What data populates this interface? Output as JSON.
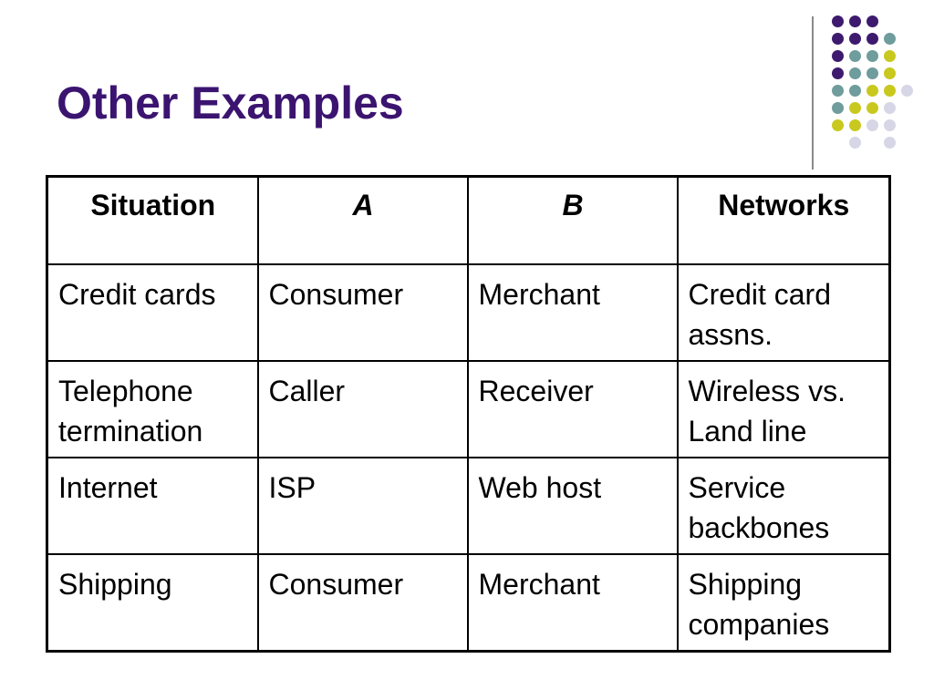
{
  "slide": {
    "title": "Other Examples"
  },
  "table": {
    "headers": [
      "Situation",
      "A",
      "B",
      "Networks"
    ],
    "rows": [
      [
        "Credit cards",
        "Consumer",
        "Merchant",
        "Credit card assns."
      ],
      [
        "Telephone termination",
        "Caller",
        "Receiver",
        "Wireless vs. Land line"
      ],
      [
        "Internet",
        "ISP",
        "Web host",
        "Service backbones"
      ],
      [
        "Shipping",
        "Consumer",
        "Merchant",
        "Shipping companies"
      ]
    ]
  },
  "colors": {
    "title": "#3b1470",
    "dot_purple": "#3e1a6e",
    "dot_teal": "#6f9c9c",
    "dot_yellow": "#c9c81e",
    "dot_grey": "#d6d6e6",
    "divider": "#8a8a8a"
  }
}
